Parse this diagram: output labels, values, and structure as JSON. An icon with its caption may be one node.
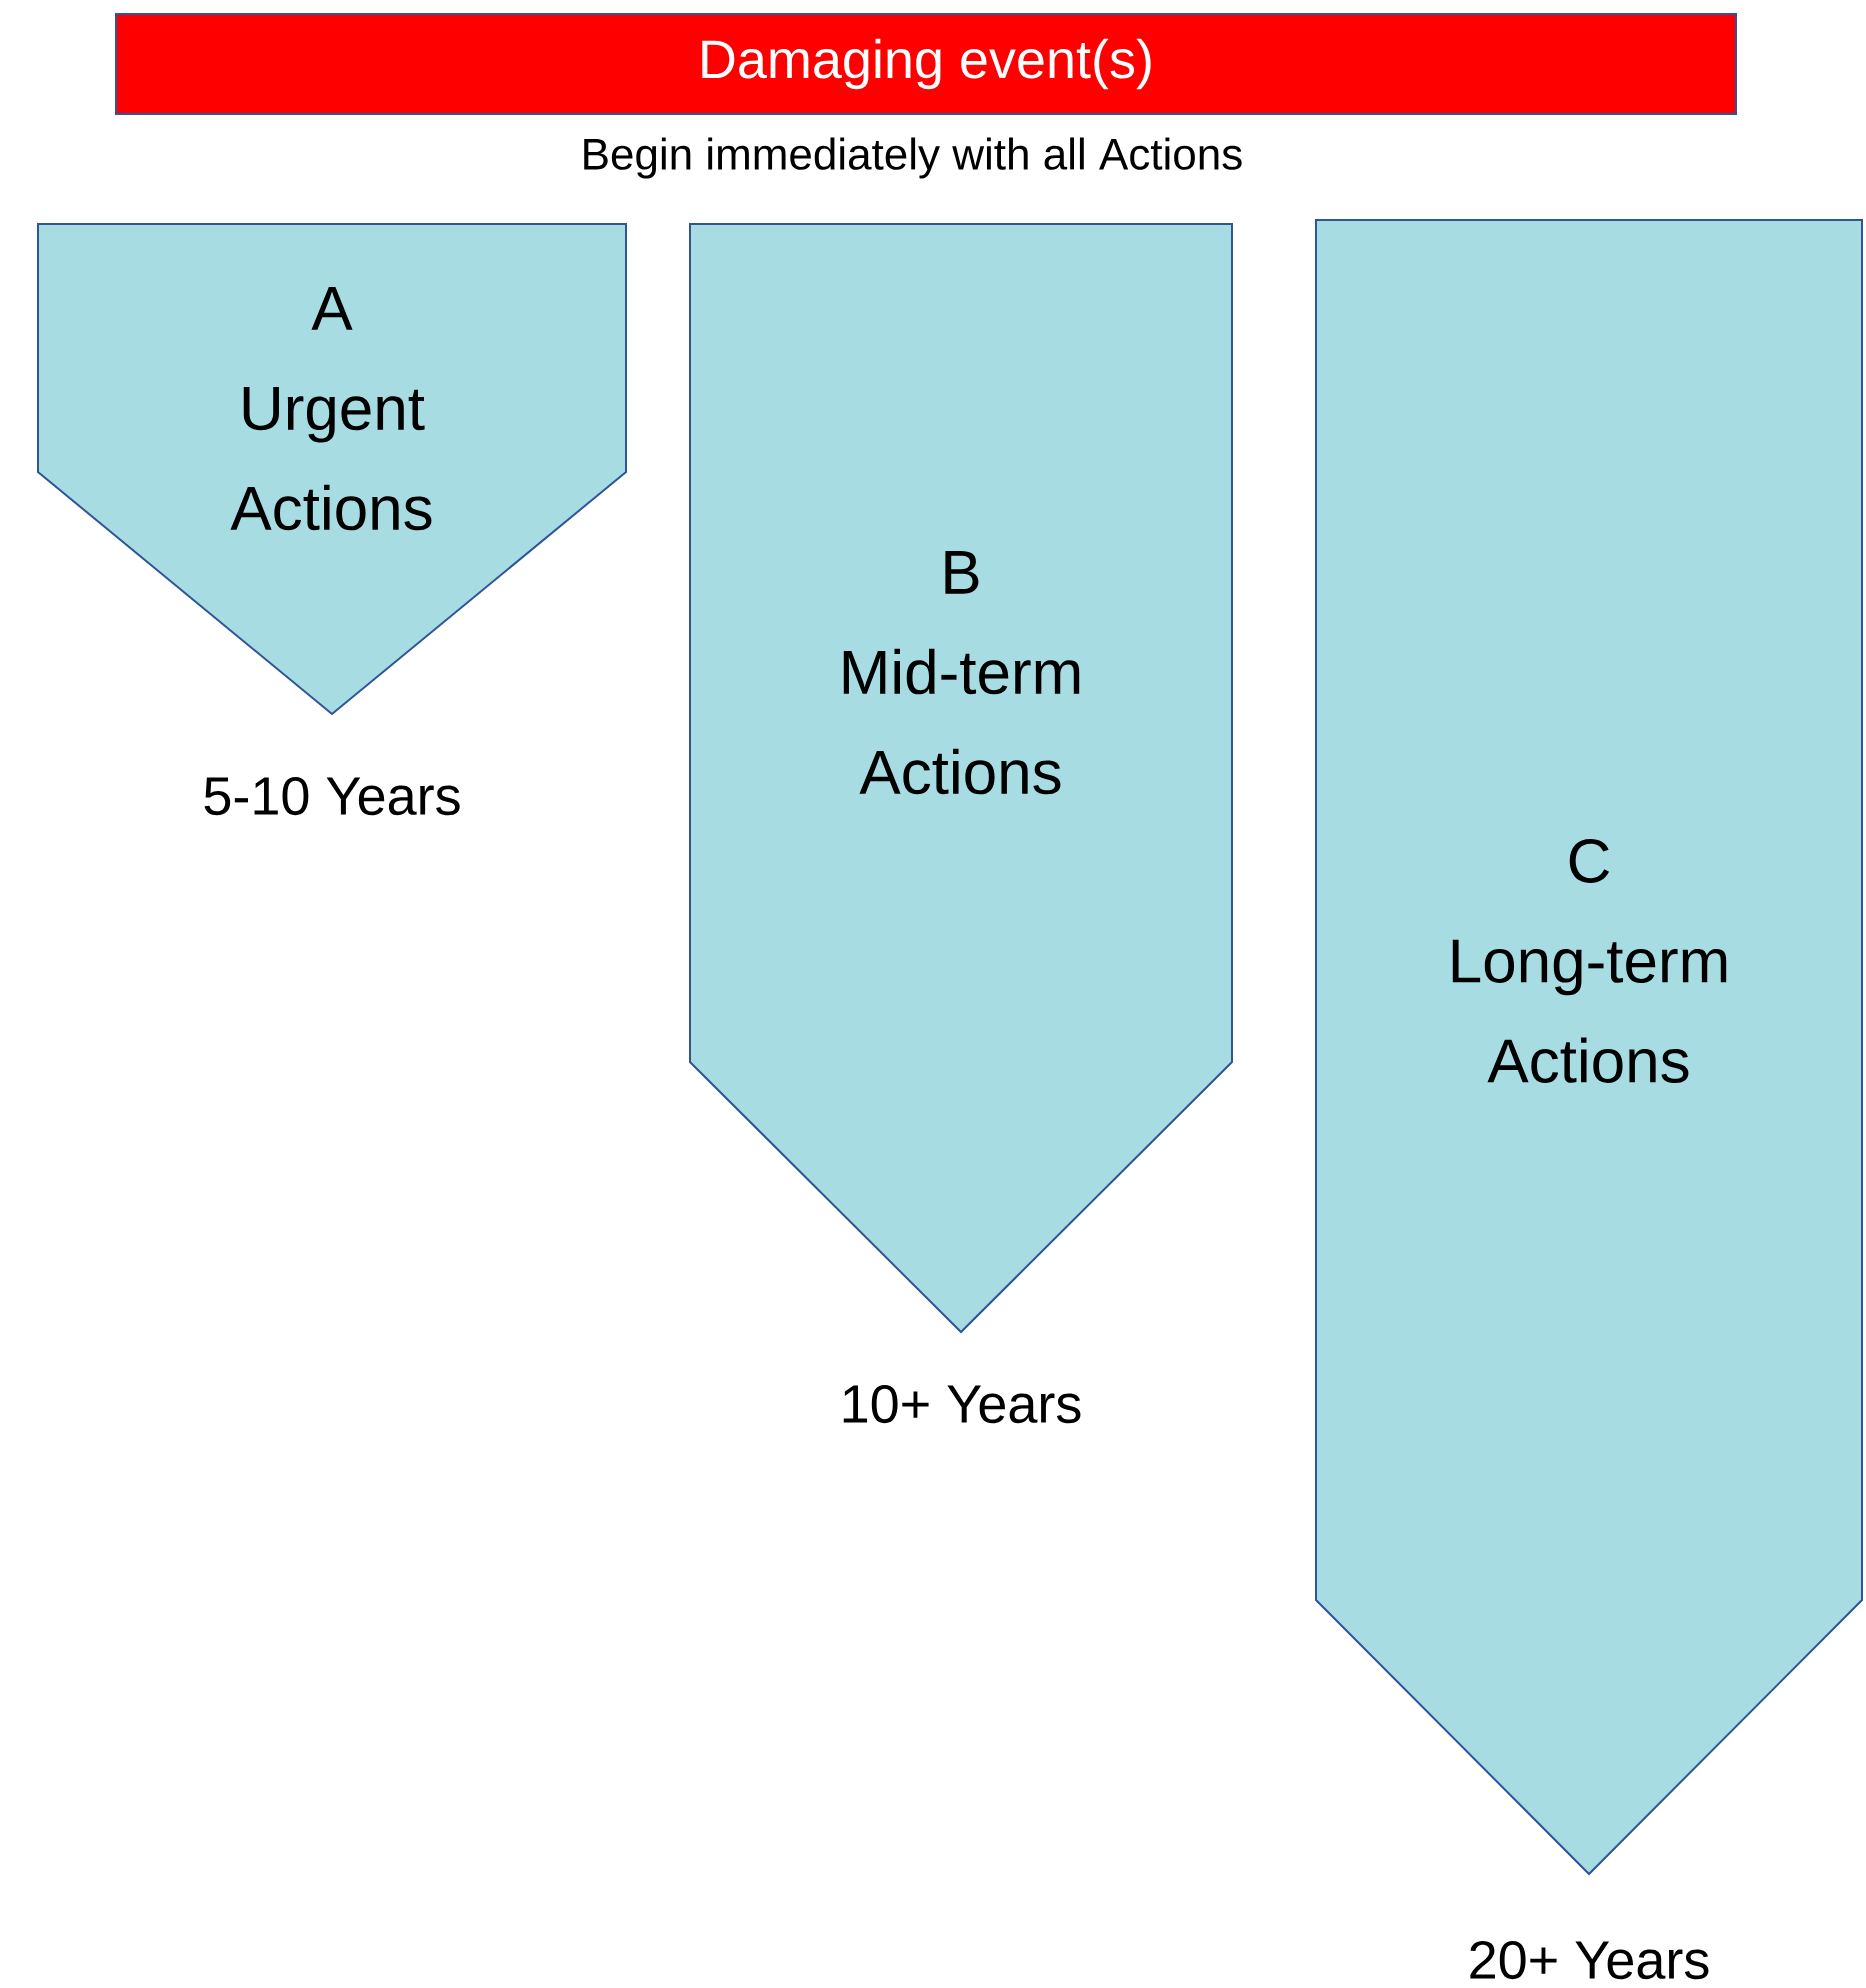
{
  "diagram": {
    "nodes": [
      {
        "text": [
          "Damaging event(s)"
        ]
      },
      {
        "text": [
          "A",
          "Urgent Actions"
        ],
        "beside": [
          "5-10 Years"
        ]
      },
      {
        "text": [
          "B",
          "Mid-term Actions"
        ],
        "beside": [
          "10+ Years"
        ]
      },
      {
        "text": [
          "C",
          "Long-term Actions"
        ],
        "beside": [
          "20+ Years"
        ]
      }
    ],
    "edges": [],
    "labels": [
      "Begin immediately with all Actions"
    ]
  }
}
